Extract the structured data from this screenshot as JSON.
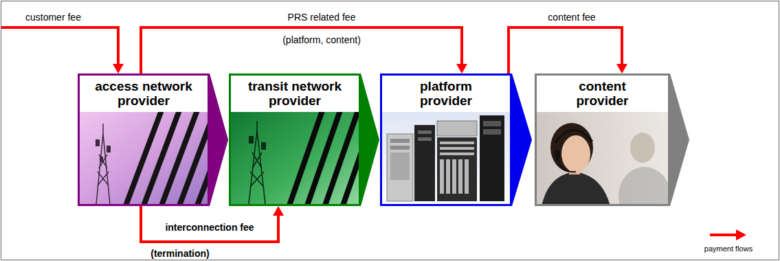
{
  "diagram": {
    "nodes": [
      {
        "text": [
          "access network provider"
        ]
      },
      {
        "text": [
          "transit network provider"
        ]
      },
      {
        "text": [
          "platform provider"
        ]
      },
      {
        "text": [
          "content provider"
        ]
      }
    ],
    "edges": [
      {
        "from": 0,
        "to": 2,
        "arrow": "to",
        "label": "PRS related fee"
      },
      {
        "from": 2,
        "to": 3,
        "arrow": "to",
        "label": "content fee"
      },
      {
        "from": 0,
        "to": 1,
        "arrow": "to",
        "label": "interconnection fee"
      }
    ],
    "labels": [
      "customer fee",
      "(platform, content)",
      "(termination)"
    ],
    "legend": [
      {
        "text": "payment flows"
      }
    ]
  }
}
